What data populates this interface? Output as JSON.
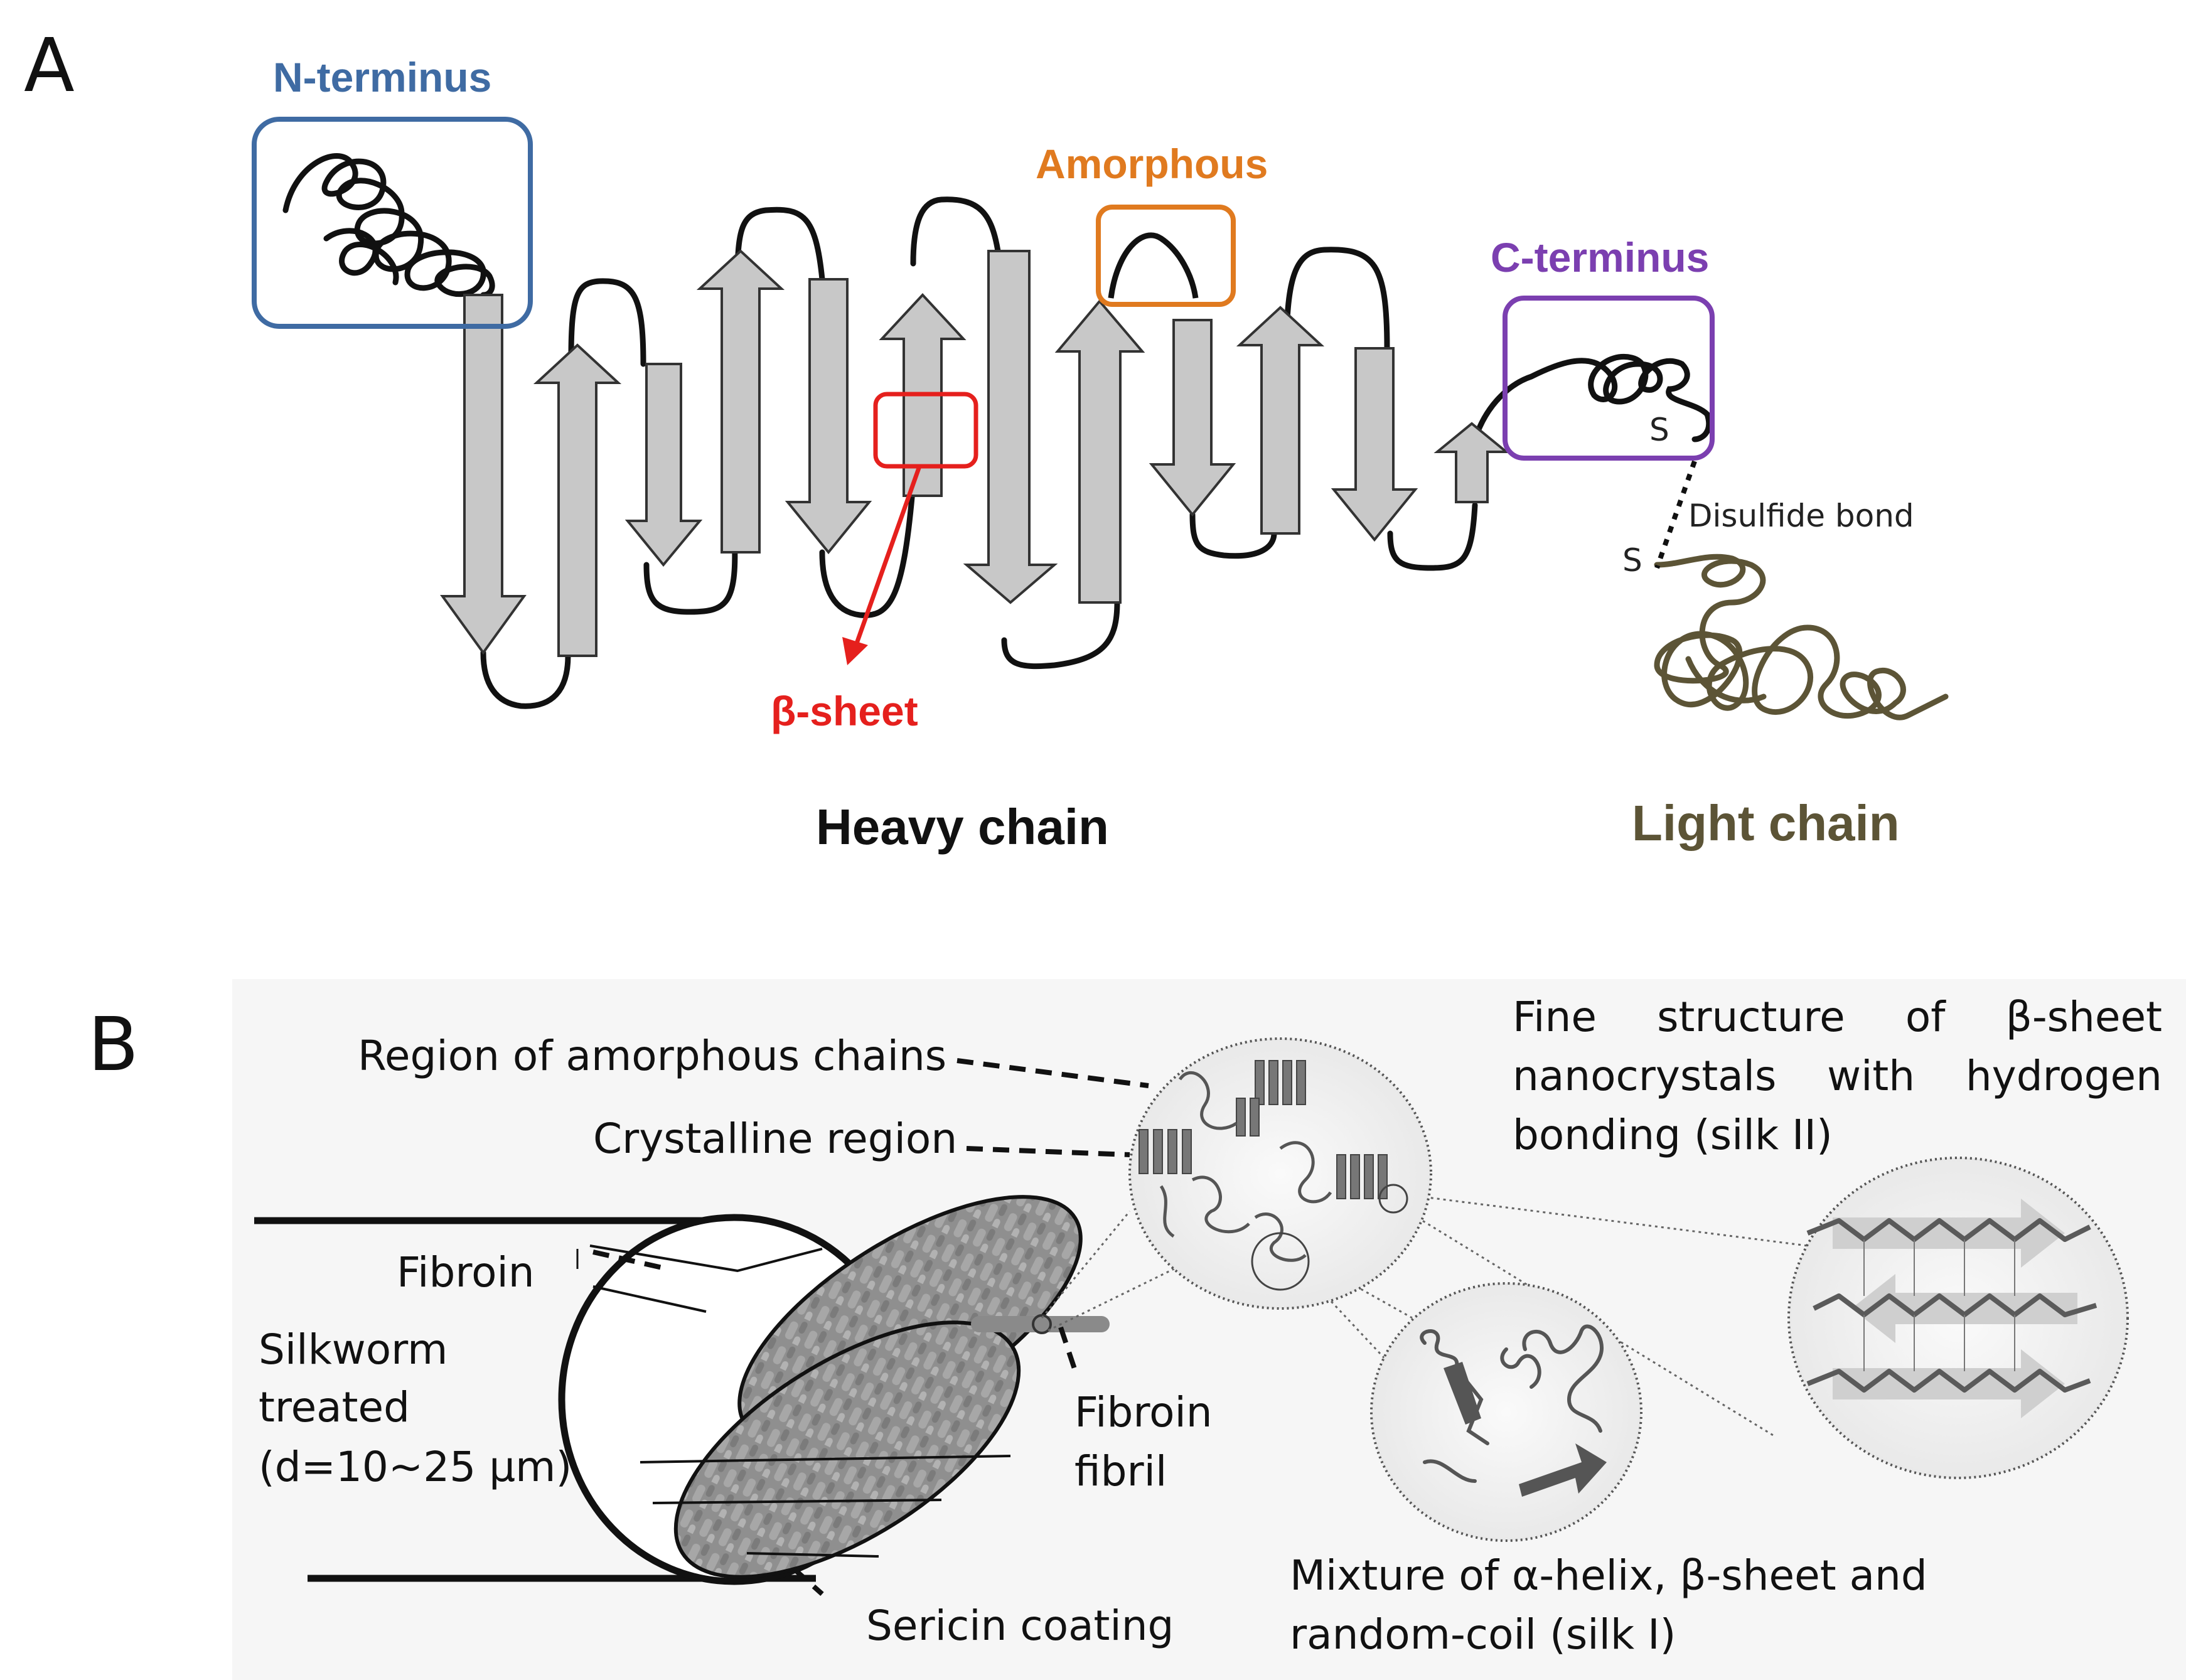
{
  "colors": {
    "n_terminus": "#3f6ba3",
    "amorphous": "#e07a1f",
    "beta_sheet": "#e5201d",
    "c_terminus": "#7b3fb0",
    "light_chain": "#5c5436",
    "strand_fill": "#c8c8c8",
    "chain_line": "#111111"
  },
  "panel_a": {
    "label": "A",
    "n_terminus": "N-terminus",
    "amorphous": "Amorphous",
    "c_terminus": "C-terminus",
    "beta_sheet": "β-sheet",
    "sulfur_top": "S",
    "sulfur_bottom": "S",
    "disulfide_bond": "Disulfide bond",
    "heavy_chain": "Heavy chain",
    "light_chain": "Light chain"
  },
  "panel_b": {
    "label": "B",
    "region_amorphous": "Region of amorphous chains",
    "crystalline_region": "Crystalline region",
    "fine_structure_lines": [
      "Fine structure of β-sheet",
      "nanocrystals with hydrogen",
      "bonding (silk II)"
    ],
    "fibroin": "Fibroin",
    "silkworm_lines": [
      "Silkworm",
      "treated",
      "(d=10~25 μm)"
    ],
    "fibroin_fibril_lines": [
      "Fibroin",
      "fibril"
    ],
    "sericin_coating": "Sericin coating",
    "mixture_lines": [
      "Mixture of α-helix, β-sheet and",
      "random-coil (silk I)"
    ]
  }
}
